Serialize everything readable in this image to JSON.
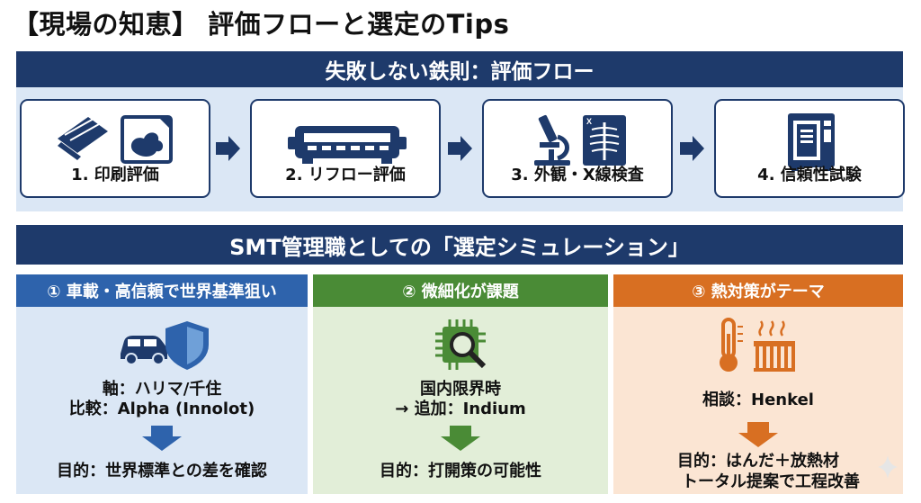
{
  "title": "【現場の知恵】 評価フローと選定のTips",
  "flow": {
    "header": "失敗しない鉄則：評価フロー",
    "steps": [
      {
        "label": "1. 印刷評価",
        "icons": [
          "squeegee-icon",
          "stencil-print-icon"
        ]
      },
      {
        "label": "2. リフロー評価",
        "icons": [
          "reflow-oven-icon"
        ]
      },
      {
        "label": "3. 外観・X線検査",
        "icons": [
          "microscope-icon",
          "xray-icon"
        ]
      },
      {
        "label": "4. 信頼性試験",
        "icons": [
          "environmental-chamber-icon"
        ]
      }
    ]
  },
  "simulation": {
    "header": "SMT管理職としての「選定シミュレーション」",
    "panels": [
      {
        "title": "① 車載・高信頼で世界基準狙い",
        "color": "#2e63ac",
        "icons": [
          "car-icon",
          "shield-icon"
        ],
        "lines": [
          "軸：ハリマ/千住",
          "比較：Alpha (Innolot)"
        ],
        "result": "目的：世界標準との差を確認"
      },
      {
        "title": "② 微細化が課題",
        "color": "#4a8b36",
        "icons": [
          "chip-magnifier-icon"
        ],
        "lines": [
          "国内限界時",
          "→ 追加：Indium"
        ],
        "result": "目的：打開策の可能性"
      },
      {
        "title": "③ 熱対策がテーマ",
        "color": "#d86f22",
        "icons": [
          "thermometer-icon",
          "heatsink-icon"
        ],
        "lines": [
          "相談：Henkel"
        ],
        "result": [
          "目的：はんだ＋放熱材",
          "トータル提案で工程改善"
        ]
      }
    ]
  }
}
